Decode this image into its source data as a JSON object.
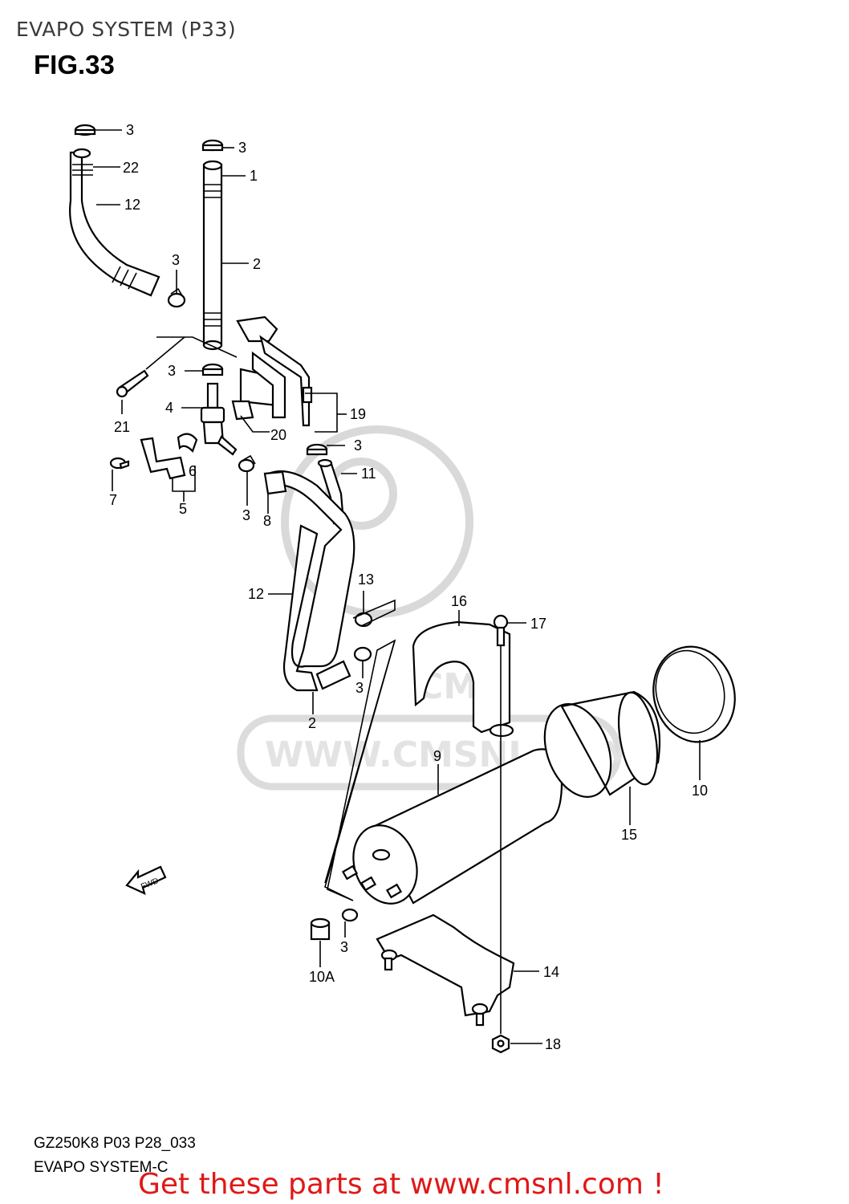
{
  "header": {
    "page_title": "EVAPO SYSTEM (P33)",
    "figure_title": "FIG.33"
  },
  "footer": {
    "code": "GZ250K8 P03 P28_033",
    "name": "EVAPO SYSTEM-C",
    "call_to_action": "Get these parts at www.cmsnl.com !"
  },
  "watermark": {
    "text": "WWW.CMSNL.COM",
    "logo_text": "CMS"
  },
  "direction_marker": "FWD",
  "callouts": {
    "c1": "1",
    "c2a": "2",
    "c2b": "2",
    "c3a": "3",
    "c3b": "3",
    "c3c": "3",
    "c3d": "3",
    "c3e": "3",
    "c3f": "3",
    "c3g": "3",
    "c3h": "3",
    "c4": "4",
    "c5": "5",
    "c6": "6",
    "c7": "7",
    "c8": "8",
    "c9": "9",
    "c10": "10",
    "c10a": "10A",
    "c11": "11",
    "c12a": "12",
    "c12b": "12",
    "c13": "13",
    "c14": "14",
    "c15": "15",
    "c16": "16",
    "c17": "17",
    "c18": "18",
    "c19": "19",
    "c20": "20",
    "c21": "21",
    "c22": "22"
  }
}
